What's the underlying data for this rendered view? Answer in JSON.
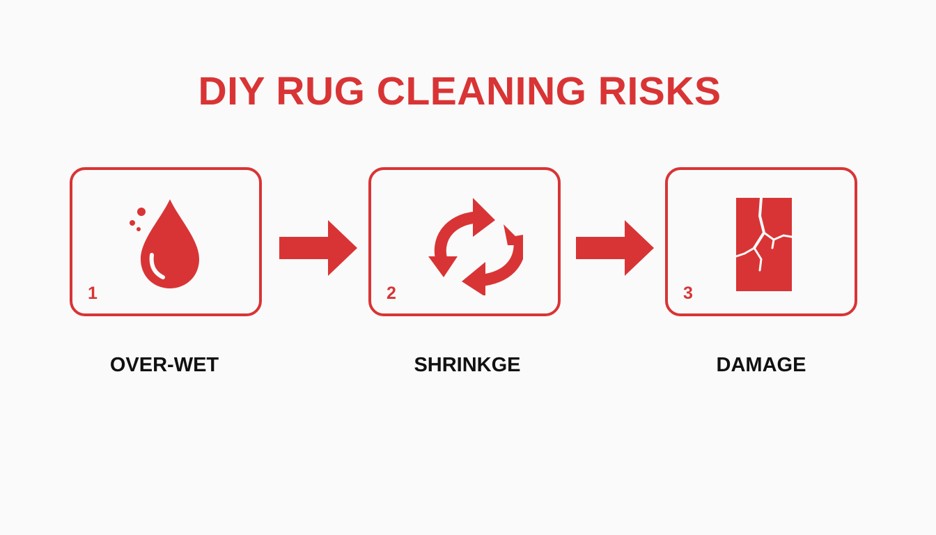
{
  "title": "DIY RUG CLEANING RISKS",
  "colors": {
    "accent": "#d93435",
    "text": "#111111",
    "background": "#fafafa"
  },
  "steps": [
    {
      "number": "1",
      "label": "OVER-WET",
      "icon": "water-drop-icon"
    },
    {
      "number": "2",
      "label": "SHRINKGE",
      "icon": "cycle-arrows-icon"
    },
    {
      "number": "3",
      "label": "DAMAGE",
      "icon": "cracked-block-icon"
    }
  ],
  "connectors": [
    "arrow-right-icon",
    "arrow-right-icon"
  ]
}
